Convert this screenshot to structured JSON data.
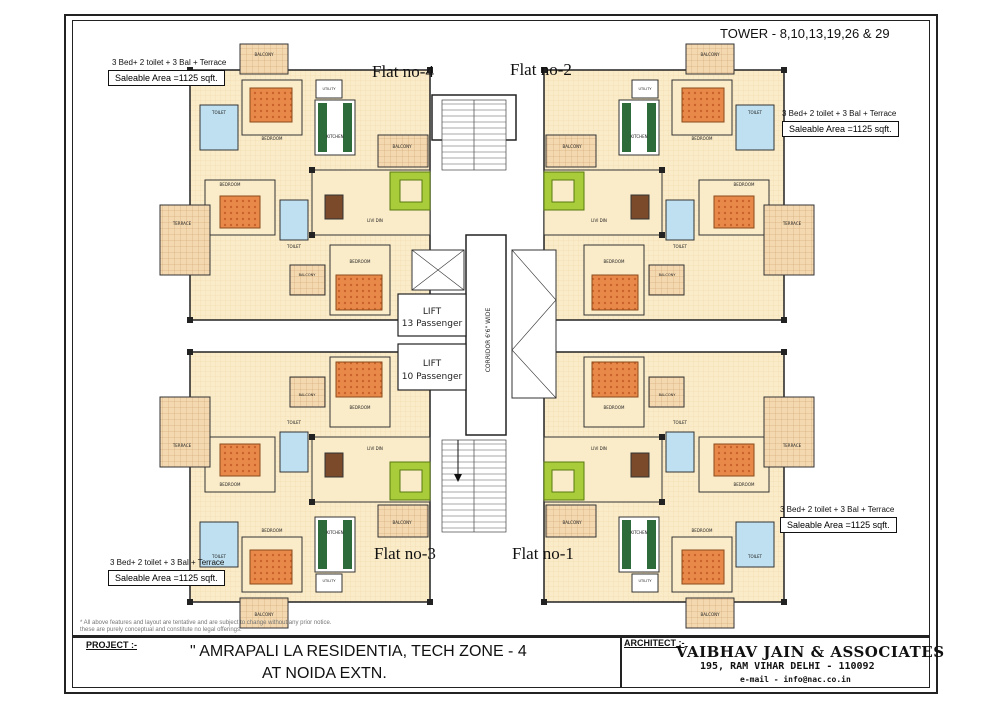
{
  "tower_label": "TOWER - 8,10,13,19,26 & 29",
  "flats": {
    "flat4": {
      "label": "Flat no-4",
      "spec": "3 Bed+ 2 toilet + 3 Bal + Terrace",
      "area": "Saleable Area =1125 sqft."
    },
    "flat2": {
      "label": "Flat no-2",
      "spec": "3 Bed+ 2 toilet + 3 Bal + Terrace",
      "area": "Saleable Area =1125 sqft."
    },
    "flat3": {
      "label": "Flat no-3",
      "spec": "3 Bed+ 2 toilet + 3 Bal + Terrace",
      "area": "Saleable Area =1125 sqft."
    },
    "flat1": {
      "label": "Flat no-1",
      "spec": "3 Bed+ 2 toilet + 3 Bal + Terrace",
      "area": "Saleable Area =1125 sqft."
    }
  },
  "core": {
    "lift1_title": "LIFT",
    "lift1_sub": "13 Passenger",
    "lift2_title": "LIFT",
    "lift2_sub": "10 Passenger",
    "corridor": "CORRIDOR 6'6\" WIDE"
  },
  "room_labels": {
    "balcony": "BALCONY",
    "bedroom": "BEDROOM",
    "toilet": "TOILET",
    "kitchen": "KITCHEN",
    "utility": "UTILITY",
    "liv_din": "LIVI DIN",
    "terrace": "TERRACE"
  },
  "disclaimer": {
    "line1": "* All above features and layout are tentative and are subject to change without any prior notice.",
    "line2": "these are purely conceptual and constitute no legal offerings."
  },
  "title_block": {
    "project_label": "PROJECT :-",
    "project_line1": "\" AMRAPALI  LA RESIDENTIA, TECH ZONE - 4",
    "project_line2": "AT NOIDA EXTN.",
    "architect_label": "ARCHITECT :-",
    "architect_name": "VAIBHAV JAIN & ASSOCIATES",
    "architect_address": "195, RAM VIHAR DELHI - 110092",
    "architect_email": "e-mail - info@nac.co.in"
  },
  "colors": {
    "bed": "#e8894a",
    "floor": "#f6e2b8",
    "sofa": "#a8cc3a",
    "kitchen": "#2e6b3a",
    "toilet": "#bfe0f0",
    "terrace": "#f4d9b0"
  }
}
